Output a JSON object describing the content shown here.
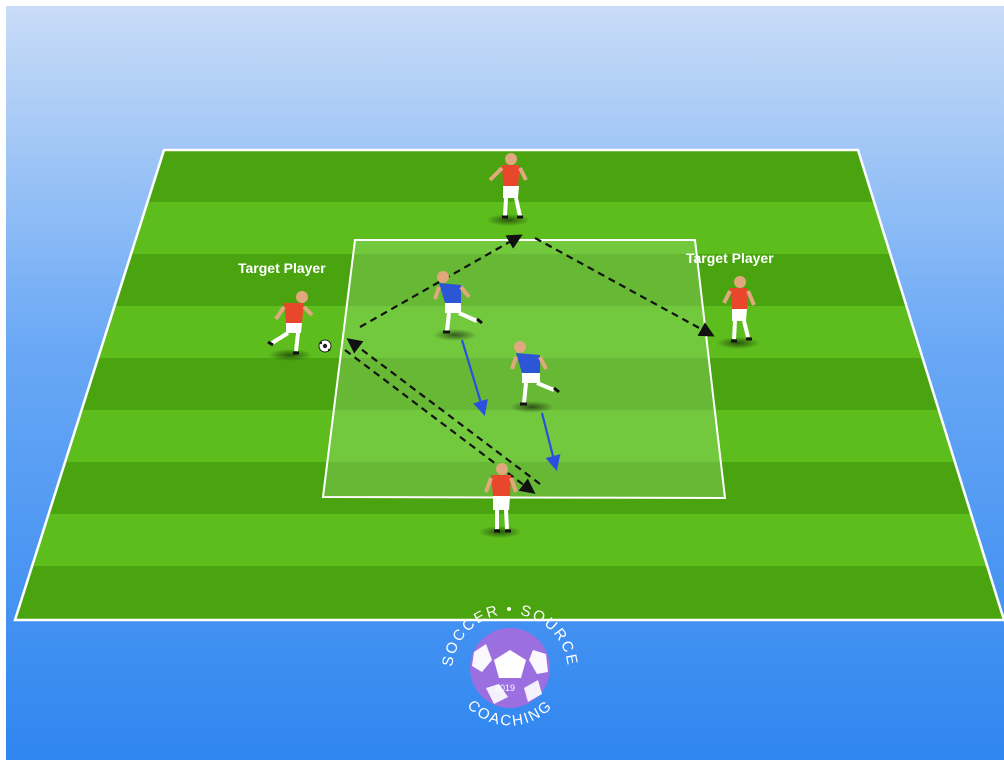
{
  "labels": {
    "target_left": "Target Player",
    "target_right": "Target Player"
  },
  "logo": {
    "text_top": "SOCCER • SOURCE",
    "text_bottom": "COACHING",
    "year": "2019",
    "icon": "soccer-ball-icon"
  },
  "colors": {
    "sky_top": "#c9dcf7",
    "sky_bottom": "#2f86f0",
    "pitch_light": "#5cbd1c",
    "pitch_dark": "#4aa410",
    "red_team": "#e8472b",
    "blue_team": "#2c56d6",
    "pass_arrow": "#111111",
    "run_arrow": "#2c4fe0",
    "logo_purple": "#9b6fe0"
  }
}
